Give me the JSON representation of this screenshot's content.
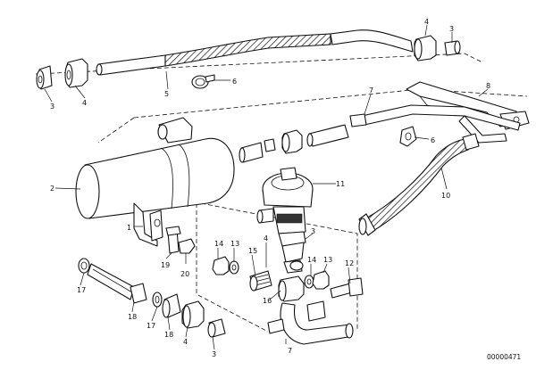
{
  "diagram": {
    "document_number": "00000471",
    "callouts": {
      "c1": "1",
      "c2": "2",
      "c3a": "3",
      "c3b": "3",
      "c3c": "3",
      "c3d": "3",
      "c4a": "4",
      "c4b": "4",
      "c4c": "4",
      "c4d": "4",
      "c5": "5",
      "c6a": "6",
      "c6b": "6",
      "c7a": "7",
      "c7b": "7",
      "c8": "8",
      "c10": "10",
      "c11": "11",
      "c12": "12",
      "c13a": "13",
      "c13b": "13",
      "c14a": "14",
      "c14b": "14",
      "c15": "15",
      "c16": "16",
      "c17a": "17",
      "c17b": "17",
      "c18a": "18",
      "c18b": "18",
      "c19": "19",
      "c20": "20"
    }
  }
}
